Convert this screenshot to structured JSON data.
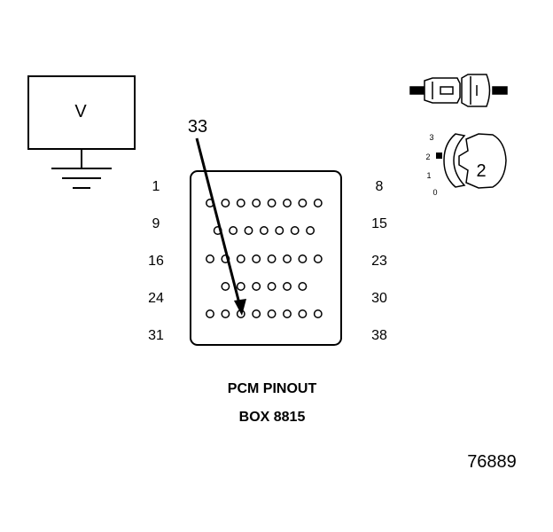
{
  "meter": {
    "label": "V"
  },
  "callout": {
    "label": "33"
  },
  "pin_labels": {
    "left": [
      "1",
      "9",
      "16",
      "24",
      "31"
    ],
    "right": [
      "8",
      "15",
      "23",
      "30",
      "38"
    ]
  },
  "connector_pin_rows": [
    8,
    7,
    8,
    6,
    8
  ],
  "caption": {
    "line1": "PCM PINOUT",
    "line2": "BOX 8815"
  },
  "figure_number": "76889",
  "range_selector": {
    "positions": [
      "3",
      "2",
      "1",
      "0"
    ],
    "selected": "2"
  }
}
